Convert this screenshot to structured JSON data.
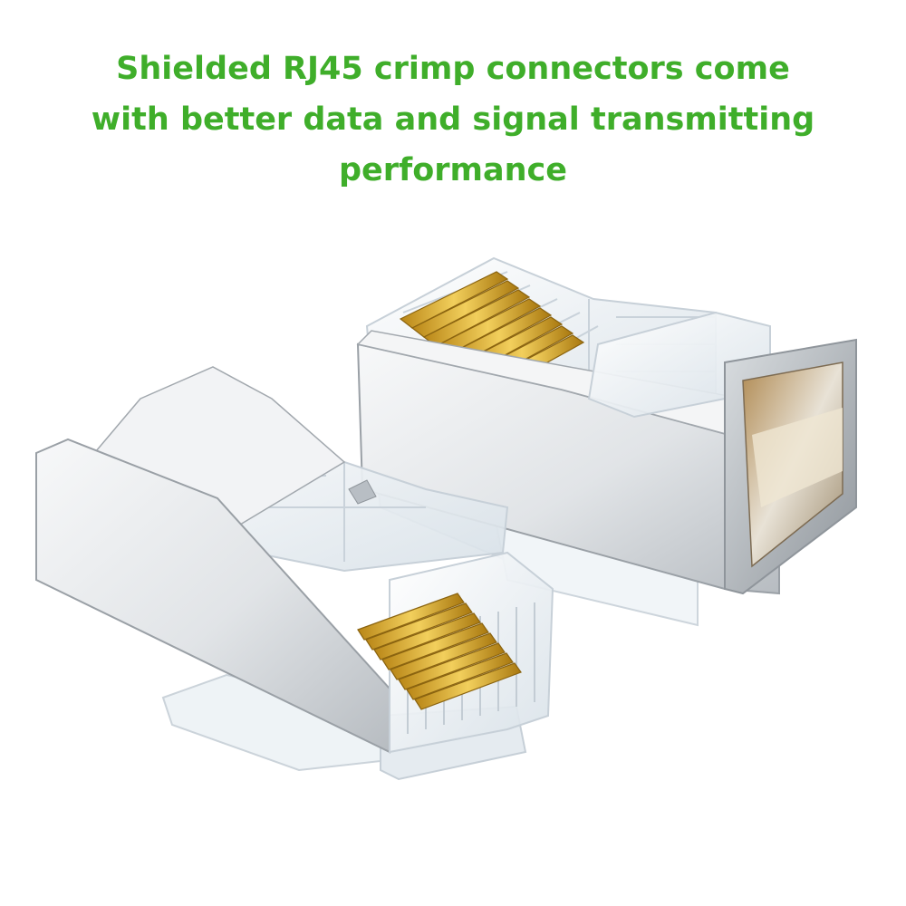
{
  "headline": {
    "line1": "Shielded RJ45 crimp connectors come",
    "line2": "with better data and signal transmitting",
    "line3": "performance",
    "color": "#3fae2a"
  },
  "photo": {
    "subject": "two shielded RJ45 connectors",
    "colors": {
      "shield": "#e6e8ea",
      "shield_dark": "#9aa0a6",
      "clear_plastic": "#eef3f7",
      "gold_contact": "#d9a72c"
    }
  }
}
